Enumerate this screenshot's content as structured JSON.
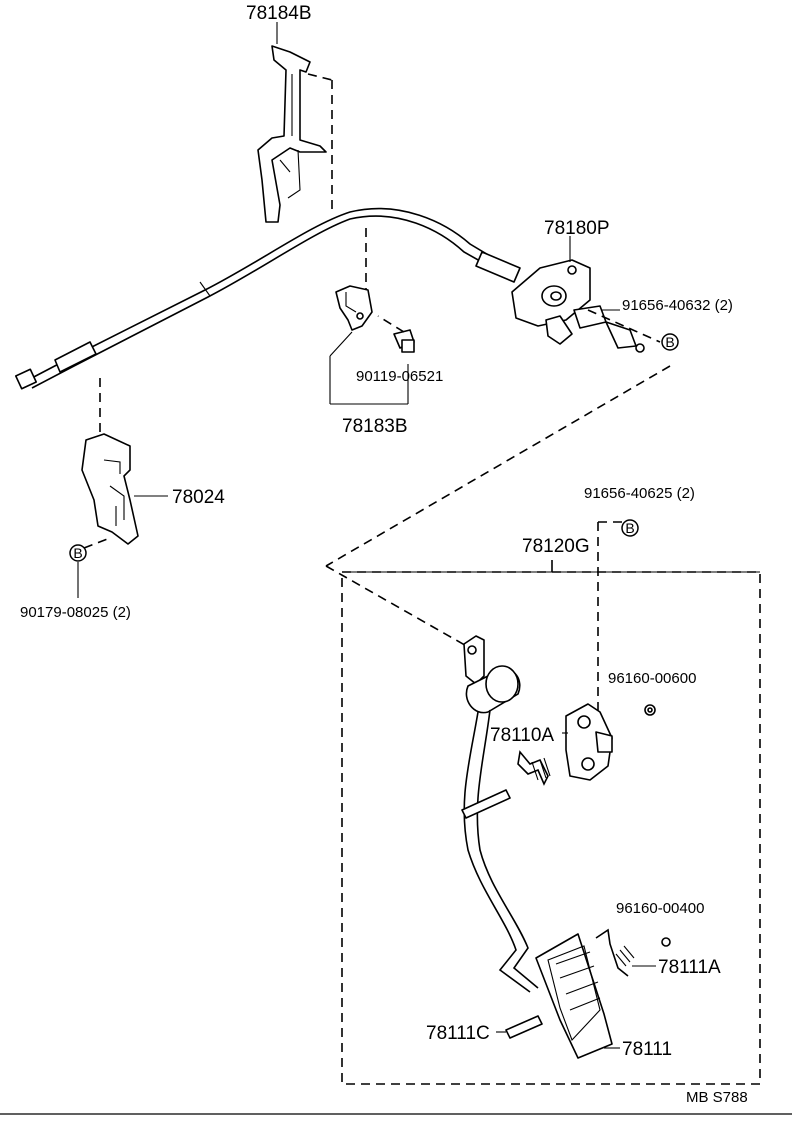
{
  "labels": {
    "p78184B": "78184B",
    "p78180P": "78180P",
    "p91656_40632": "91656-40632 (2)",
    "p90119_06521": "90119-06521",
    "p78183B": "78183B",
    "p78024": "78024",
    "p91656_40625": "91656-40625 (2)",
    "p78120G": "78120G",
    "p90179_08025": "90179-08025  (2)",
    "p96160_00600": "96160-00600",
    "p78110A": "78110A",
    "p96160_00400": "96160-00400",
    "p78111A": "78111A",
    "p78111C": "78111C",
    "p78111": "78111",
    "ref": "MB S788"
  },
  "markers": {
    "b1": "B",
    "b2": "B",
    "b3": "B"
  }
}
